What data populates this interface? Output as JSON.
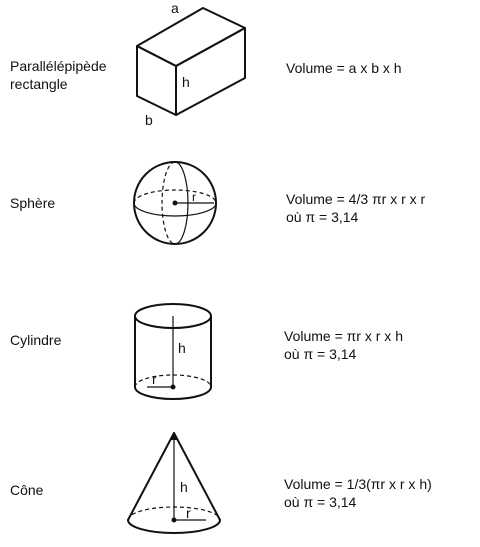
{
  "rows": [
    {
      "name": "Parallélépipède rectangle",
      "name_line1": "Parallélépipède",
      "name_line2": "rectangle",
      "formula_line1": "Volume = a  x  b  x  h",
      "formula_line2": "",
      "labels": {
        "a": "a",
        "b": "b",
        "h": "h"
      }
    },
    {
      "name": "Sphère",
      "formula_line1": "Volume = 4/3 πr  x  r  x  r",
      "formula_line2": "où π = 3,14",
      "labels": {
        "r": "r"
      }
    },
    {
      "name": "Cylindre",
      "formula_line1": "Volume = πr  x r  x  h",
      "formula_line2": "où π = 3,14",
      "labels": {
        "h": "h",
        "r": "r"
      }
    },
    {
      "name": "Cône",
      "formula_line1": "Volume = 1/3(πr  x  r  x  h)",
      "formula_line2": "où π = 3,14",
      "labels": {
        "h": "h",
        "r": "r"
      }
    }
  ]
}
